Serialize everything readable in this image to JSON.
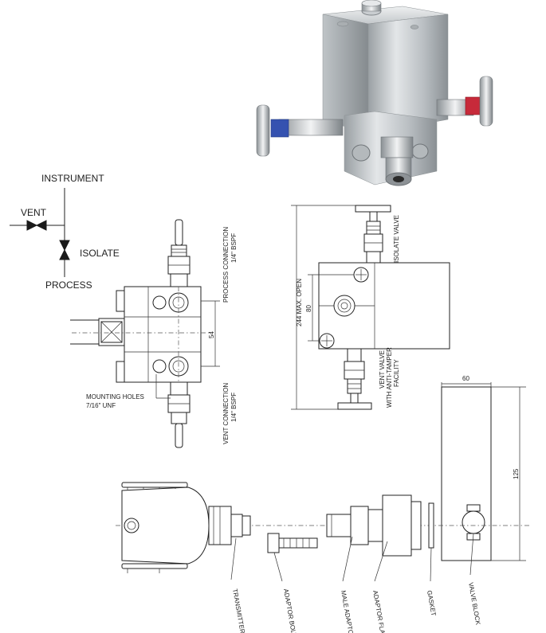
{
  "schematic": {
    "instrument": "INSTRUMENT",
    "vent": "VENT",
    "isolate": "ISOLATE",
    "process": "PROCESS"
  },
  "front_view": {
    "process_connection": "PROCESS CONNECTION",
    "process_thread": "1/4\" BSPF",
    "dim_54": "54",
    "vent_connection": "VENT CONNECTION",
    "vent_thread": "1/4\" BSPF",
    "mounting_holes": "MOUNTING HOLES",
    "mounting_thread": "7/16\" UNF"
  },
  "side_view": {
    "isolate_valve": "ISOLATE VALVE",
    "overall": "244 MAX. OPEN",
    "dim_80": "80",
    "vent_valve_1": "VENT VALVE",
    "vent_valve_2": "WITH ANTI-TAMPER",
    "vent_valve_3": "FACILITY"
  },
  "valve_block_view": {
    "dim_60": "60",
    "dim_125": "125"
  },
  "assembly": {
    "transmitter": "TRANSMITTER",
    "adaptor_bolting": "ADAPTOR BOLTING",
    "male_adaptor": "MALE ADAPTOR",
    "adaptor_flange": "ADAPTOR FLANGE",
    "gasket": "GASKET",
    "valve_block": "VALVE BLOCK"
  }
}
